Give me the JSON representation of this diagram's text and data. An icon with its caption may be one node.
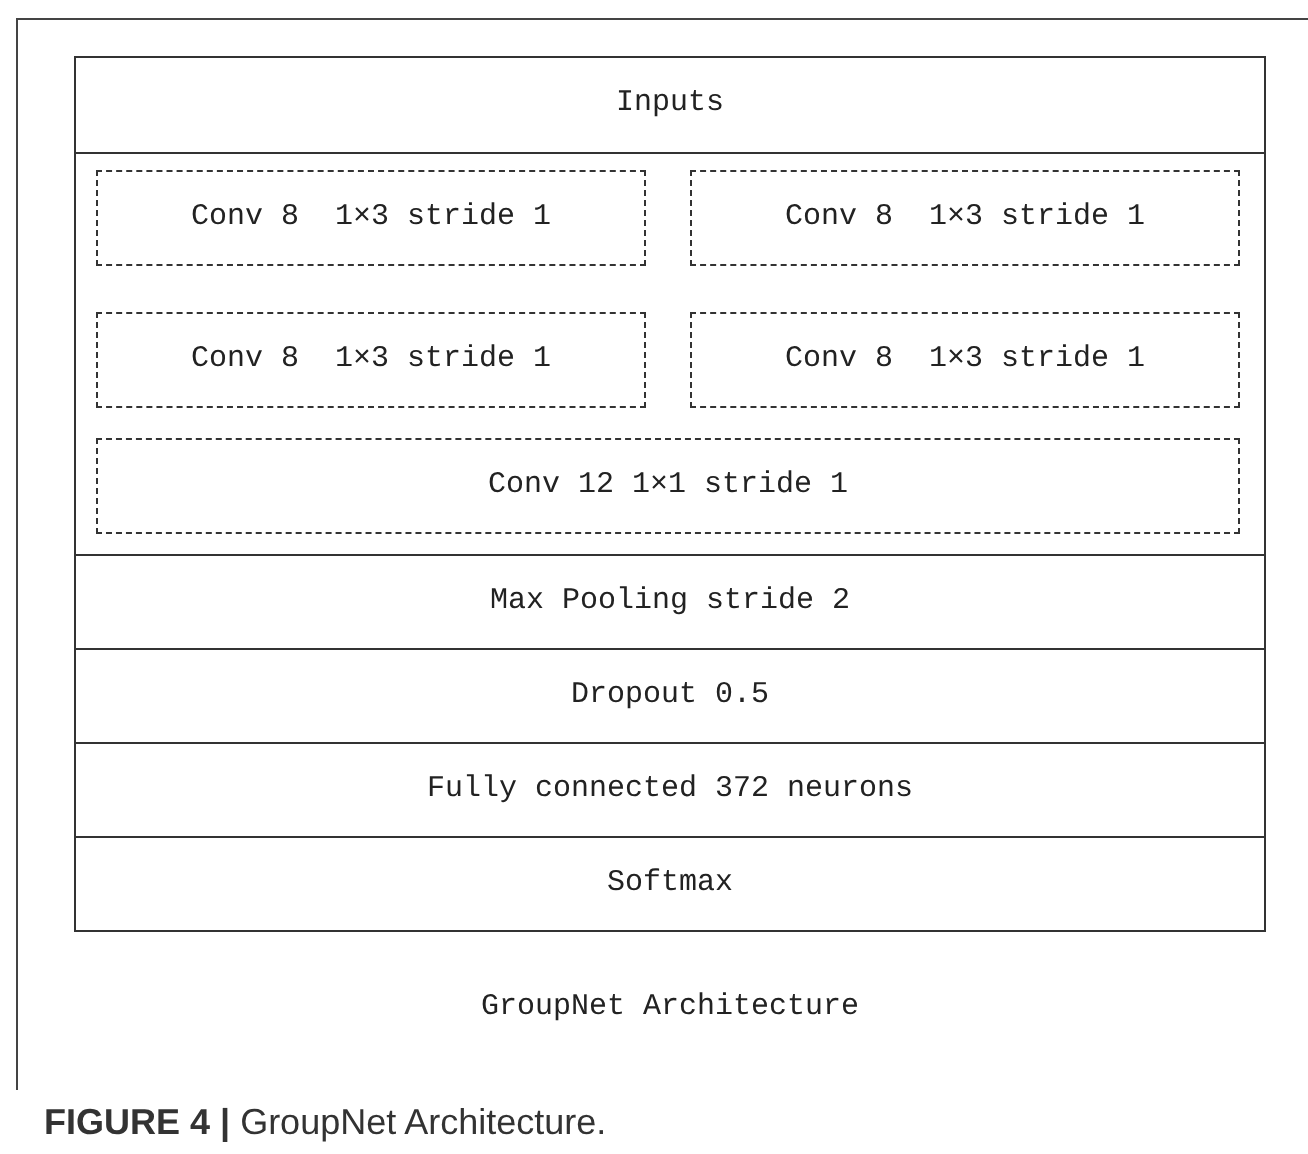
{
  "diagram": {
    "title": "GroupNet Architecture",
    "caption": "**FIGURE 4 |** GroupNet Architecture.",
    "nodes": [
      {
        "text": [
          "Inputs"
        ]
      },
      {
        "text": [],
        "shape": "box"
      },
      {
        "text": [
          "Conv 8  1×3 stride 1"
        ],
        "in": 1
      },
      {
        "text": [
          "Conv 8  1×3 stride 1"
        ],
        "in": 1
      },
      {
        "text": [
          "Conv 8  1×3 stride 1"
        ],
        "in": 1
      },
      {
        "text": [
          "Conv 8  1×3 stride 1"
        ],
        "in": 1
      },
      {
        "text": [
          "Conv 12 1×1 stride 1"
        ],
        "in": 1
      },
      {
        "text": [
          "Max Pooling stride 2"
        ]
      },
      {
        "text": [
          "Dropout 0.5"
        ]
      },
      {
        "text": [
          "Fully connected 372 neurons"
        ]
      },
      {
        "text": [
          "Softmax"
        ]
      }
    ]
  }
}
